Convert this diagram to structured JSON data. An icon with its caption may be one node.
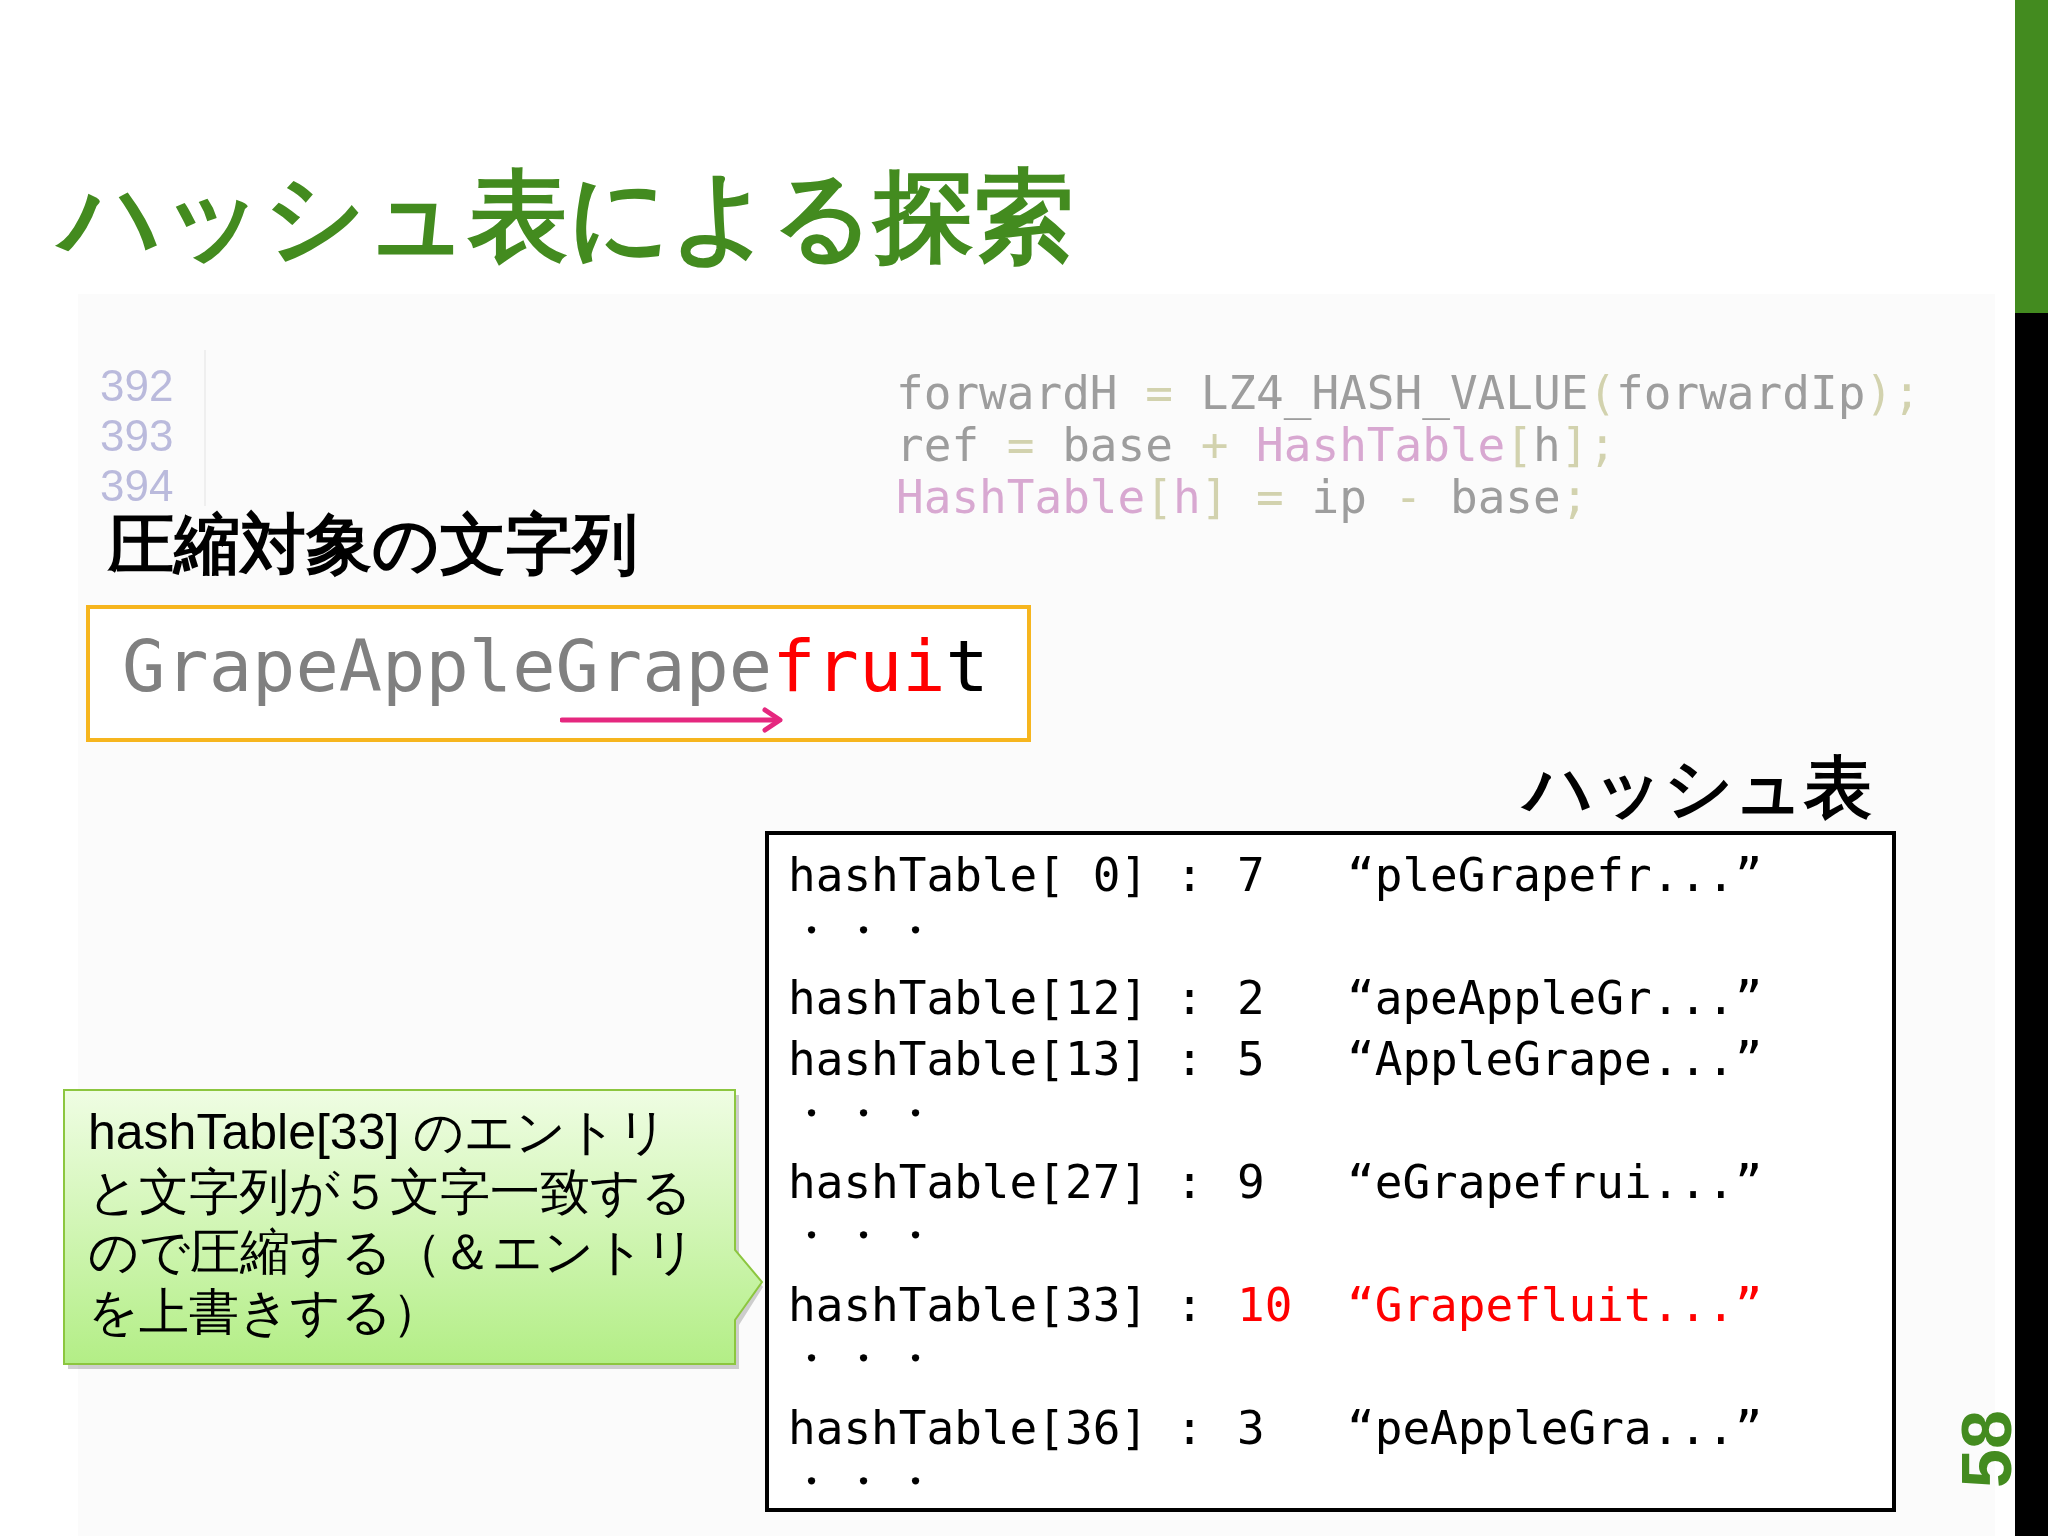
{
  "diagram": {
    "title": "ハッシュ表による探索",
    "nodes": [
      {
        "text": [
          "圧縮対象の文字列",
          "GrapeAppleGrapefruit"
        ]
      },
      {
        "text": [
          "ハッシュ表",
          "hashTable[ 0] :",
          "7",
          "“pleGrapefr...”",
          "・・・",
          "hashTable[12] :",
          "2",
          "“apeAppleGr...”",
          "hashTable[13] :",
          "5",
          "“AppleGrape...”",
          "・・・",
          "hashTable[27] :",
          "9",
          "“eGrapefrui...”",
          "・・・",
          "hashTable[33] :",
          "10",
          "“Grapefluit...”",
          "・・・",
          "hashTable[36] :",
          "3",
          "“peAppleGra...”",
          "・・・"
        ]
      },
      {
        "text": [
          "hashTable[33] のエントリと文字列が５文字一致するので圧縮する（＆エントリを上書きする）"
        ]
      }
    ],
    "labels": [
      "392",
      "393",
      "394",
      "forwardH = LZ4_HASH_VALUE(forwardIp);",
      "ref = base + HashTable[h];",
      "HashTable[h] = ip - base;",
      "58"
    ]
  }
}
